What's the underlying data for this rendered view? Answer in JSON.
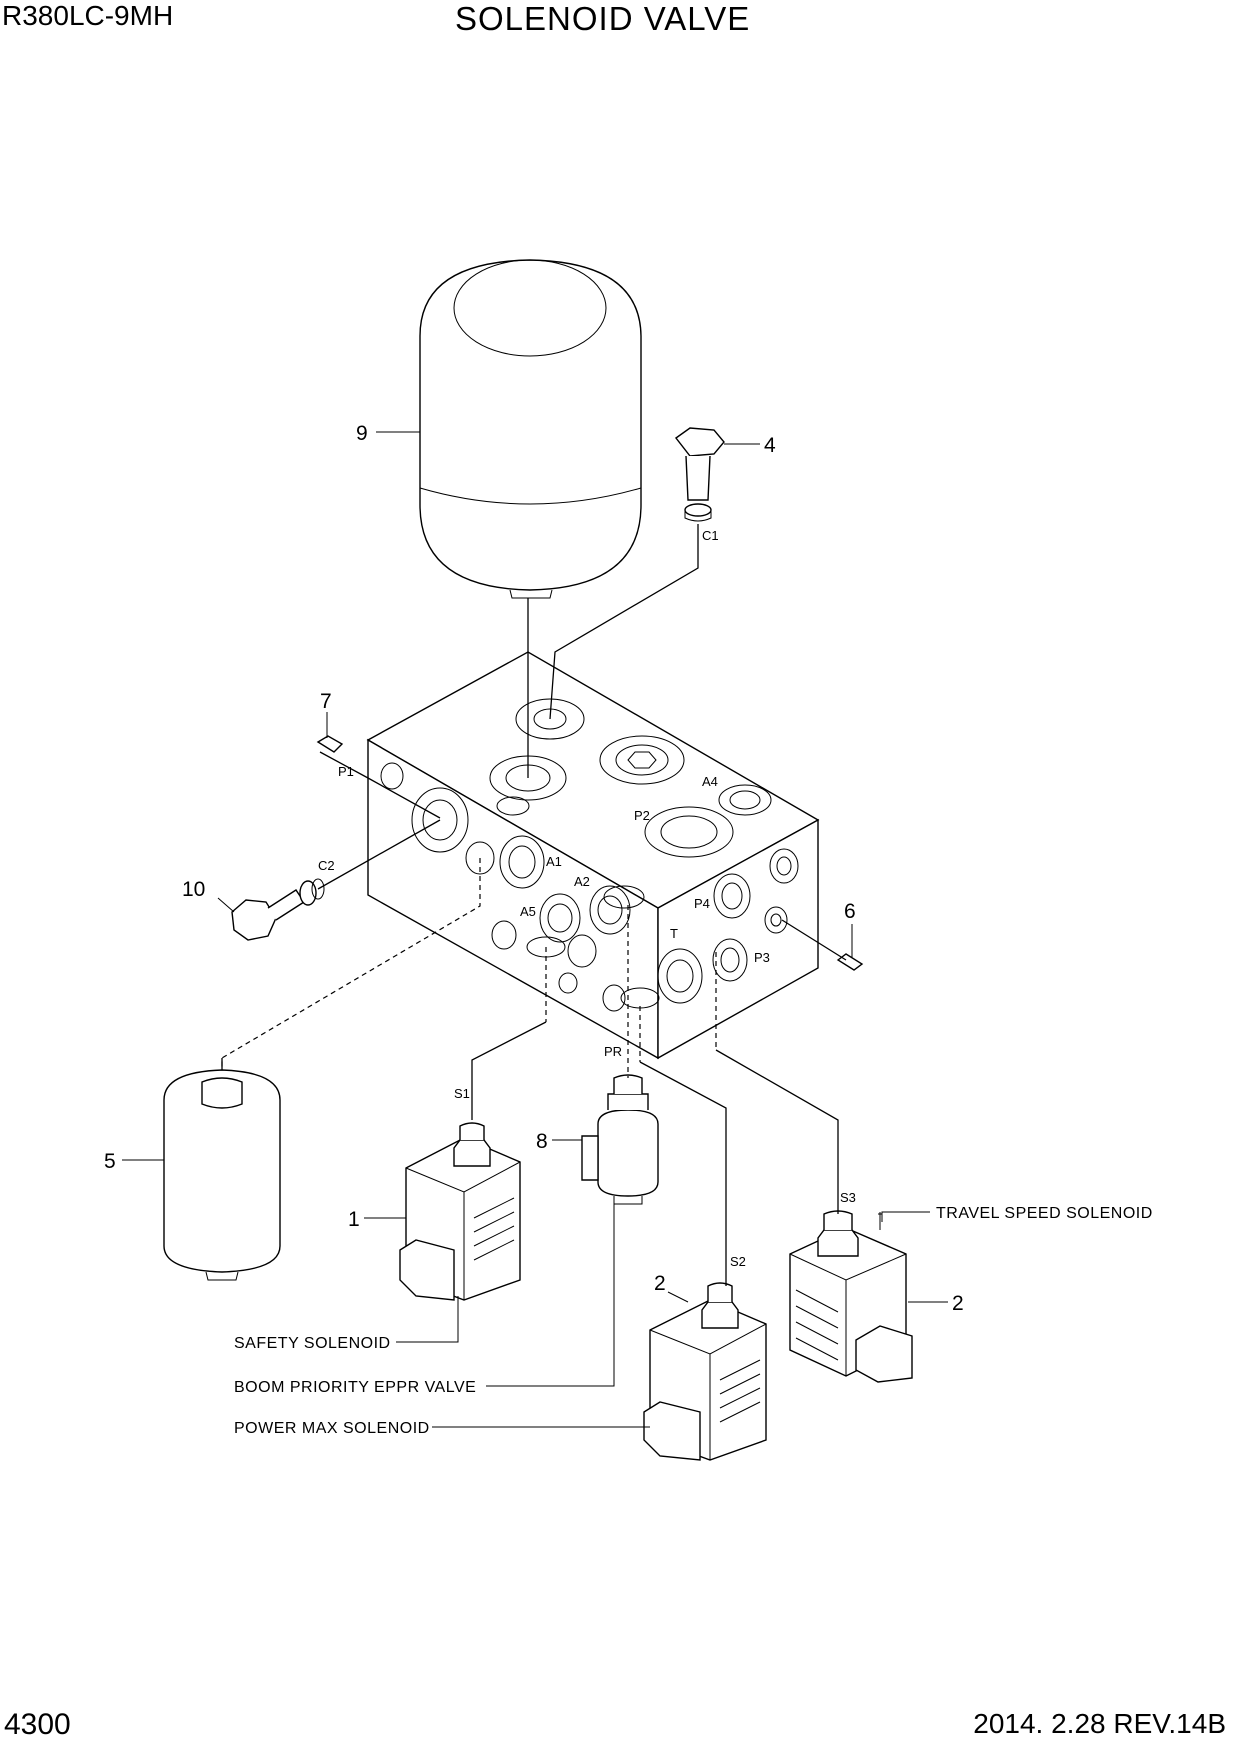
{
  "header": {
    "model": "R380LC-9MH",
    "title": "SOLENOID VALVE"
  },
  "footer": {
    "page_number": "4300",
    "revision": "2014. 2.28 REV.14B"
  },
  "callouts": {
    "c1": "1",
    "c2a": "2",
    "c2b": "2",
    "c4": "4",
    "c5": "5",
    "c6": "6",
    "c7": "7",
    "c8": "8",
    "c9": "9",
    "c10": "10"
  },
  "ports": {
    "c1": "C1",
    "c2": "C2",
    "p1": "P1",
    "p2": "P2",
    "p3": "P3",
    "p4": "P4",
    "a1": "A1",
    "a2": "A2",
    "a4": "A4",
    "a5": "A5",
    "t": "T",
    "pr": "PR",
    "s1": "S1",
    "s2": "S2",
    "s3": "S3"
  },
  "captions": {
    "travel_speed": "TRAVEL SPEED SOLENOID",
    "safety": "SAFETY SOLENOID",
    "boom_priority": "BOOM PRIORITY EPPR VALVE",
    "power_max": "POWER MAX SOLENOID"
  }
}
